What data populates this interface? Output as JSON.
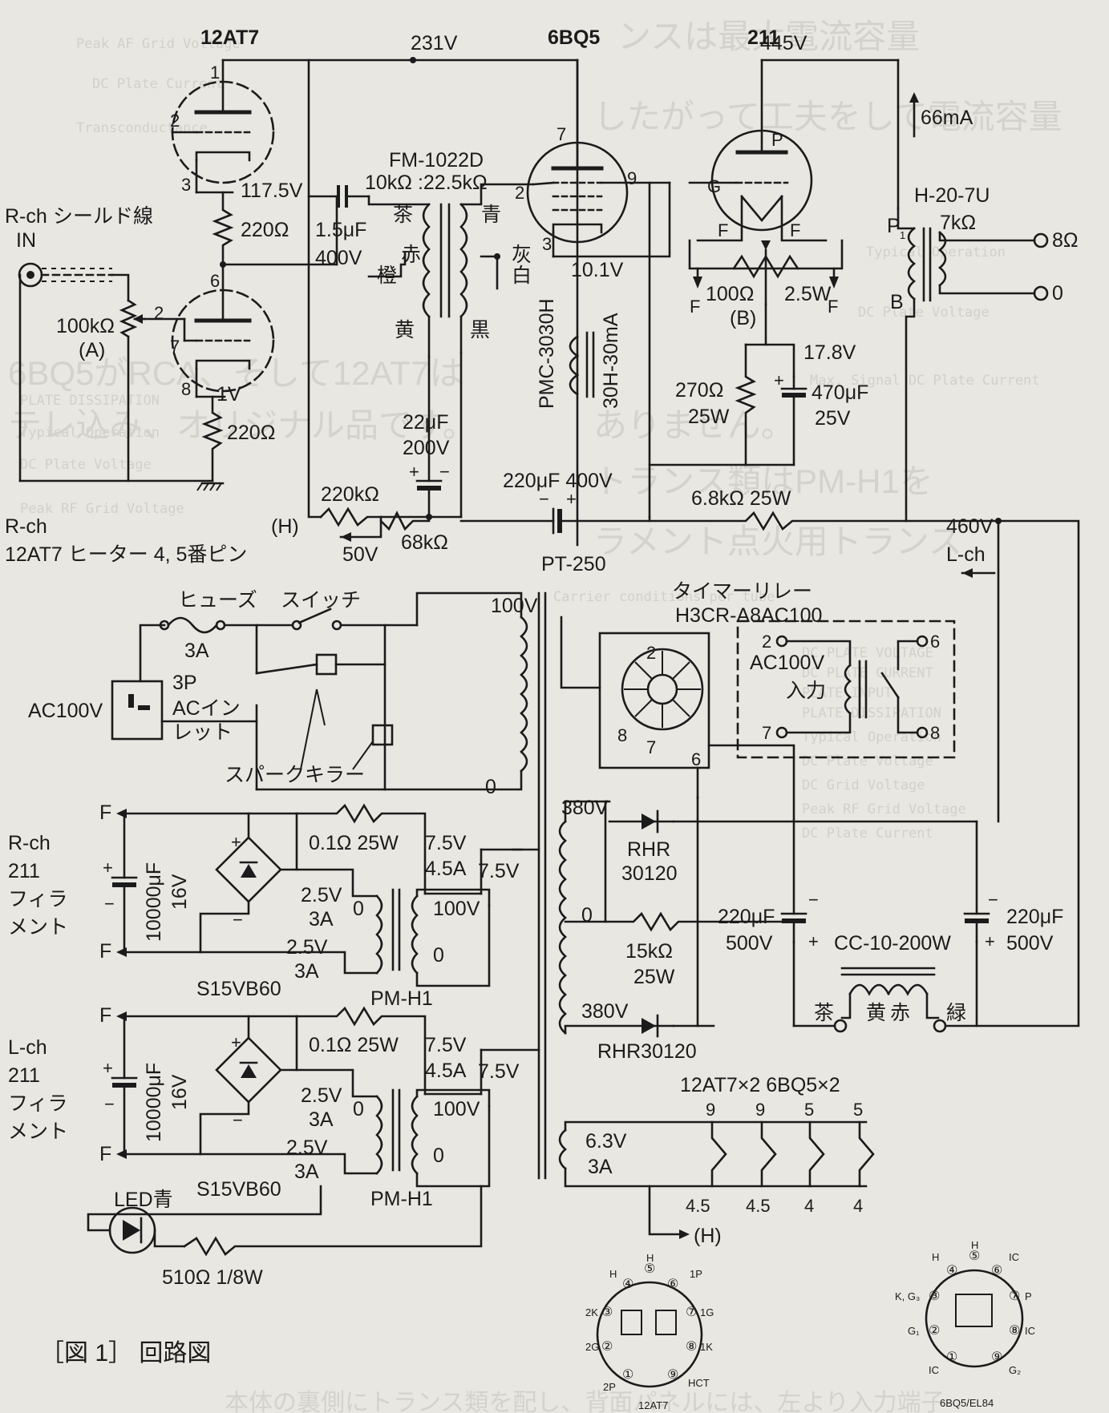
{
  "caption": "［図 1］ 回路図",
  "tubes": {
    "t12at7": "12AT7",
    "t6bq5": "6BQ5",
    "t211": "211"
  },
  "voltages": {
    "b231": "231V",
    "b445": "445V",
    "k117": "117.5V",
    "k1": "1V",
    "g10": "10.1V",
    "f178": "17.8V",
    "b460": "460V",
    "i66": "66mA"
  },
  "pins": {
    "p1": "1",
    "p2": "2",
    "p3": "3",
    "p6": "6",
    "p7": "7",
    "p8": "8",
    "bq7": "7",
    "bq2": "2",
    "bq9": "9",
    "bq3": "3",
    "tP": "P",
    "tG": "G",
    "tF1": "F",
    "tF2": "F"
  },
  "input": {
    "rch": "R-ch",
    "shield": "シールド線",
    "in": "IN",
    "pot": "100kΩ",
    "potA": "(A)",
    "potpin": "2"
  },
  "resistors": {
    "r220a": "220Ω",
    "r220b": "220Ω",
    "r220k": "220kΩ",
    "r68k": "68kΩ",
    "r100": "100Ω",
    "r25w": "2.5W",
    "rB": "(B)",
    "r270": "270Ω",
    "r270w": "25W",
    "r68k2": "6.8kΩ  25W",
    "r01a": "0.1Ω  25W",
    "r01b": "0.1Ω  25W",
    "r15k": "15kΩ",
    "r15kw": "25W",
    "r510": "510Ω  1/8W"
  },
  "caps": {
    "c15": "1.5μF",
    "c15v": "400V",
    "c22": "22μF",
    "c22v": "200V",
    "c220": "220μF  400V",
    "c470": "470μF",
    "c470v": "25V",
    "c220a": "220μF",
    "c220av": "500V",
    "c220b": "220μF",
    "c220bv": "500V",
    "cf1": "10000μF",
    "cf1v": "16V",
    "cf2": "10000μF",
    "cf2v": "16V"
  },
  "itx": {
    "name": "FM-1022D",
    "ratio": "10kΩ :22.5kΩ",
    "cha": "茶",
    "aka": "赤",
    "dai": "橙",
    "ki": "黄",
    "ao": "青",
    "hai": "灰",
    "shiro": "白",
    "kuro": "黒"
  },
  "choke": {
    "name": "PMC-3030H",
    "spec": "30H-30mA"
  },
  "otx": {
    "name": "H-20-7U",
    "imp": "7kΩ",
    "p1": "P",
    "p1s": "1",
    "b": "B",
    "o8": "8Ω",
    "o0": "0"
  },
  "heater": {
    "rch": "R-ch",
    "tube": "12AT7 ヒーター 4, 5番ピン",
    "v50": "50V",
    "H": "(H)",
    "lch": "L-ch"
  },
  "power": {
    "fuse": "ヒューズ",
    "fuseA": "3A",
    "switch": "スイッチ",
    "inlet1": "3P",
    "inlet2": "ACイン",
    "inlet3": "レット",
    "ac": "AC100V",
    "spark": "スパークキラー",
    "pt": "PT-250",
    "t100": "100V",
    "t0": "0",
    "t380a": "380V",
    "t380b": "380V",
    "t0b": "0",
    "rhr1": "RHR",
    "rhr1b": "30120",
    "rhr2": "RHR30120",
    "t63": "6.3V",
    "t63a": "3A"
  },
  "relay": {
    "name": "タイマーリレー",
    "model": "H3CR-A8AC100",
    "ac": "AC100V",
    "in": "入力",
    "p2": "2",
    "p6": "6",
    "p7": "7",
    "p8": "8",
    "b2": "2",
    "b6": "6",
    "b7": "7",
    "b8": "8"
  },
  "choke2": {
    "name": "CC-10-200W",
    "cha": "茶",
    "ki": "黄",
    "aka": "赤",
    "midori": "緑"
  },
  "filA": {
    "F1": "F",
    "F2": "F",
    "rch": "R-ch",
    "n211": "211",
    "fil": "フィラ",
    "ment": "メント",
    "v75": "7.5V",
    "a45": "4.5A",
    "v75b": "7.5V",
    "v25a": "2.5V",
    "a3a": "3A",
    "v25b": "2.5V",
    "a3b": "3A",
    "v100": "100V",
    "v0": "0",
    "v0b": "0",
    "bridge": "S15VB60",
    "pm": "PM-H1",
    "plus": "+",
    "minus": "−"
  },
  "filB": {
    "F1": "F",
    "F2": "F",
    "lch": "L-ch",
    "n211": "211",
    "fil": "フィラ",
    "ment": "メント",
    "v75": "7.5V",
    "a45": "4.5A",
    "v75b": "7.5V",
    "v25a": "2.5V",
    "a3a": "3A",
    "v25b": "2.5V",
    "a3b": "3A",
    "v100": "100V",
    "v0": "0",
    "v0b": "0",
    "bridge": "S15VB60",
    "pm": "PM-H1",
    "plus": "+",
    "minus": "−"
  },
  "led": {
    "name": "LED青"
  },
  "heaters": {
    "title": "12AT7×2  6BQ5×2",
    "n9a": "9",
    "n9b": "9",
    "n5a": "5",
    "n5b": "5",
    "n45a": "4.5",
    "n45b": "4.5",
    "n4a": "4",
    "n4b": "4",
    "H": "(H)"
  },
  "base12": {
    "name": "12AT7",
    "H1": "H",
    "H2": "H",
    "p1": "1P",
    "p1g": "1G",
    "p1k": "1K",
    "pHCT": "HCT",
    "p2p": "2P",
    "p2g": "2G",
    "p2k": "2K",
    "n1": "①",
    "n2": "②",
    "n3": "③",
    "n4": "④",
    "n5": "⑤",
    "n6": "⑥",
    "n7": "⑦",
    "n8": "⑧",
    "n9": "⑨"
  },
  "base6": {
    "name": "6BQ5/EL84",
    "H1": "H",
    "H2": "H",
    "IC1": "IC",
    "IC2": "IC",
    "IC3": "IC",
    "P": "P",
    "KG3": "K, G₃",
    "G1": "G₁",
    "G2": "G₂",
    "n1": "①",
    "n2": "②",
    "n3": "③",
    "n4": "④",
    "n5": "⑤",
    "n6": "⑥",
    "n7": "⑦",
    "n8": "⑧",
    "n9": "⑨"
  },
  "bgtext": {
    "r1": "Peak AF Grid Voltage",
    "r2": "DC Plate Current",
    "r3": "Transconductance",
    "r4": "Typical Operation",
    "r5": "DC Plate Voltage",
    "r6": "Max. Signal DC Plate Current",
    "r7": "PLATE DISSIPATION",
    "r8": "Typical Operation",
    "r9": "DC Plate Voltage",
    "r10": "Peak RF Grid Voltage",
    "r11": "Carrier conditions per tube",
    "r12": "DC PLATE VOLTAGE",
    "r13": "DC PLATE CURRENT",
    "r14": "PLATE INPUT",
    "r15": "PLATE DISSIPATION",
    "r16": "Typical Operation",
    "r17": "DC Plate Voltage",
    "r18": "DC Grid Voltage",
    "r19": "Peak RF Grid Voltage",
    "r20": "DC Plate Current",
    "j1": "ンスは最大電流容量",
    "j2": "したがって工夫をして電流容量",
    "j3": "ラメント点火用トランス",
    "j4": "6BQ5がRCA、そして12AT7は",
    "j5": "ありません。",
    "j6": "トランス類はPM-H1を",
    "j7": "テレ込み、オリジナル品です。",
    "j8": "本体の裏側にトランス類を配し、背面パネルには、左より入力端子"
  }
}
